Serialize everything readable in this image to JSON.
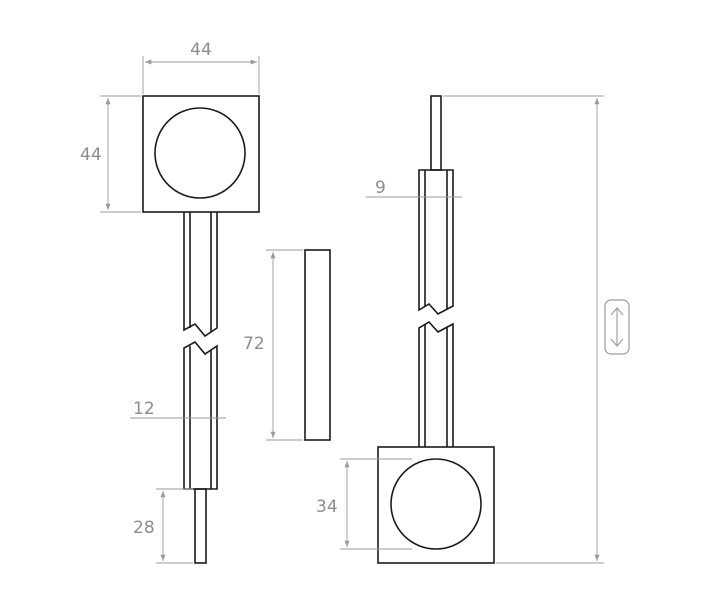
{
  "dimensions": {
    "top_width": "44",
    "top_height": "44",
    "bar_width_left": "12",
    "pin_length": "28",
    "bar_length": "72",
    "bar_width_right": "9",
    "knob_diameter": "34"
  },
  "icons": {
    "adjustable_length": "double-vertical-arrow-icon"
  },
  "colors": {
    "line": "#1a1a1a",
    "dimension": "#9a9a9a"
  }
}
